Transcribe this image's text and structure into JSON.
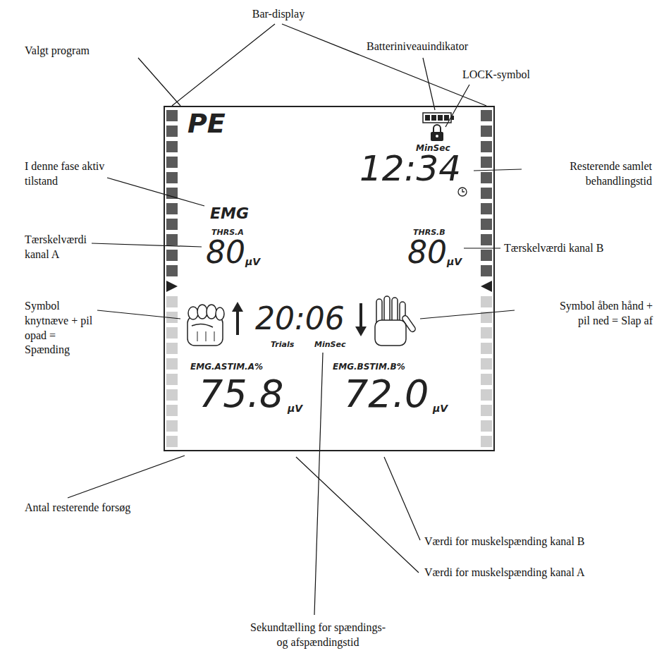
{
  "diagram": {
    "nodes": [
      {
        "text": [
          "PE",
          "MinSec",
          "12:34",
          "EMG",
          "THRS.A",
          "80",
          "µV",
          "THRS.B",
          "80",
          "µV",
          "20:06",
          "Trials",
          "MinSec",
          "EMG.ASTIM.A%",
          "EMG.BSTIM.B%",
          "75.8",
          "µV",
          "72.0",
          "µV"
        ]
      }
    ],
    "labels": [
      "Bar-display",
      "Valgt program",
      "Batteriniveauindikator",
      "LOCK-symbol",
      "I denne fase aktiv tilstand",
      "Resterende samlet behandlingstid",
      "Tærskelværdi kanal A",
      "Tærskelværdi kanal B",
      "Symbol knytnæve + pil opad = Spænding",
      "Symbol åben hånd + pil ned = Slap af",
      "Antal resterende forsøg",
      "Værdi for muskelspænding kanal B",
      "Værdi for muskelspænding kanal A",
      "Sekundtælling for spændings- og afspændingstid"
    ]
  }
}
